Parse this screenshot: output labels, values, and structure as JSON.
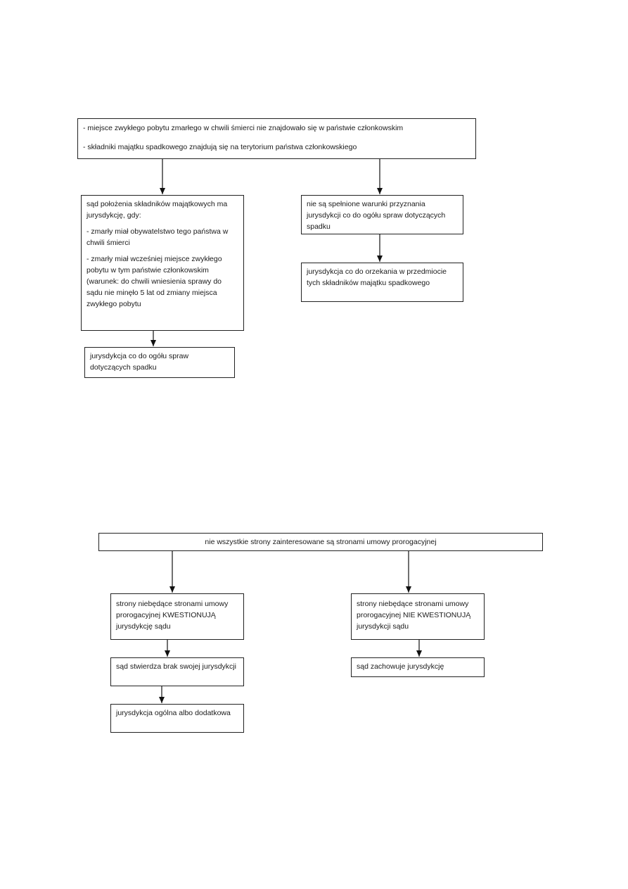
{
  "diagram1": {
    "root": {
      "line1": "- miejsce zwykłego pobytu zmarłego w chwili śmierci nie znajdowało się w państwie członkowskim",
      "line2": "- składniki majątku spadkowego znajdują się na terytorium państwa członkowskiego"
    },
    "left": {
      "intro": "sąd położenia składników majątkowych ma jurysdykcję, gdy:",
      "cond1": "- zmarły miał obywatelstwo tego państwa w chwili śmierci",
      "cond2": "- zmarły miał wcześniej miejsce zwykłego pobytu w tym państwie członkowskim (warunek: do chwili wniesienia sprawy do sądu nie minęło 5 lat od zmiany miejsca zwykłego pobytu"
    },
    "left_result": "jurysdykcja co do ogółu spraw dotyczących spadku",
    "right": "nie są spełnione warunki przyznania jurysdykcji co do ogółu spraw dotyczących spadku",
    "right_result": "jurysdykcja co do orzekania w przedmiocie tych składników majątku spadkowego"
  },
  "diagram2": {
    "root": "nie wszystkie strony zainteresowane są stronami umowy prorogacyjnej",
    "left": "strony niebędące stronami umowy prorogacyjnej KWESTIONUJĄ jurysdykcję sądu",
    "left_step": "sąd stwierdza brak swojej jurysdykcji",
    "left_result": "jurysdykcja ogólna albo dodatkowa",
    "right": "strony niebędące stronami umowy prorogacyjnej NIE KWESTIONUJĄ jurysdykcji sądu",
    "right_result": "sąd zachowuje jurysdykcję"
  }
}
